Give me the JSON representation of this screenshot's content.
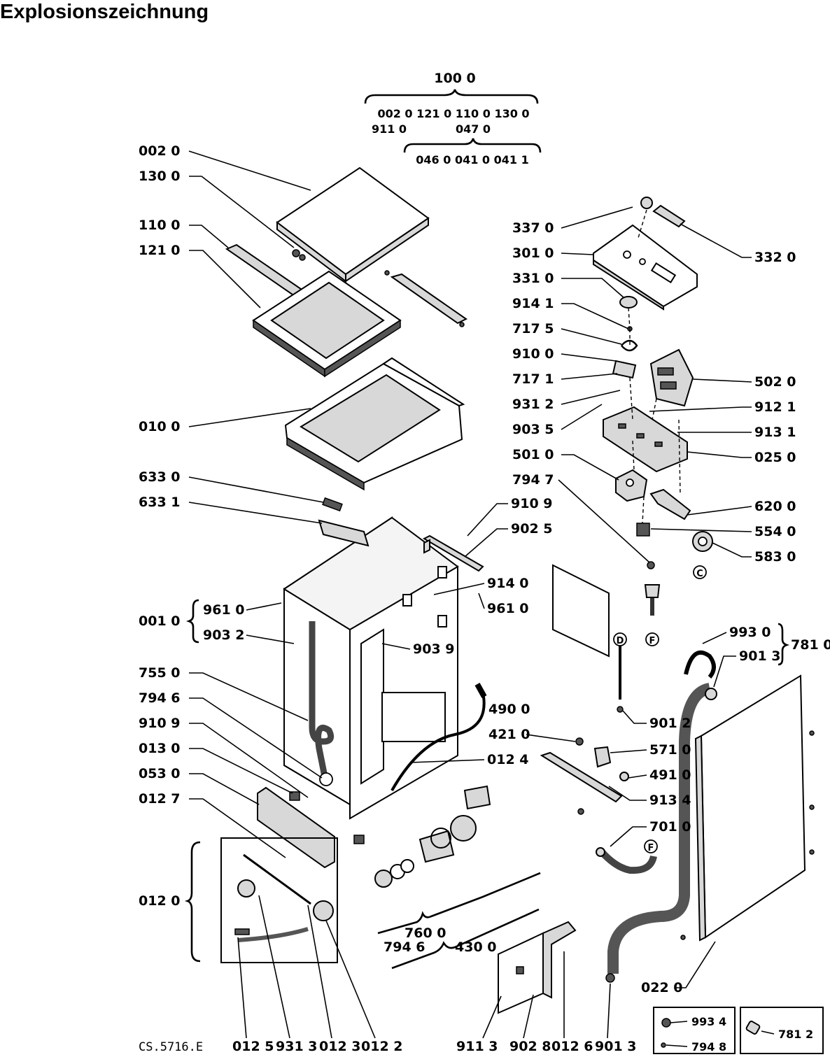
{
  "title": "Explosionszeichnung",
  "group_100": {
    "header": "100 0",
    "row1": "002 0  121 0  110 0  130 0",
    "row2a": "911 0",
    "row2b": "047 0",
    "row3": "046 0  041 0  041 1"
  },
  "left_labels": [
    "002 0",
    "130 0",
    "110 0",
    "121 0",
    "010 0",
    "633 0",
    "633 1",
    "001 0",
    "961 0",
    "903 2",
    "755 0",
    "794 6",
    "910 9",
    "013 0",
    "053 0",
    "012 7",
    "012 0"
  ],
  "right_labels": [
    "337 0",
    "301 0",
    "331 0",
    "914 1",
    "717 5",
    "910 0",
    "717 1",
    "931 2",
    "903 5",
    "501 0",
    "794 7",
    "332 0",
    "502 0",
    "912 1",
    "913 1",
    "025 0",
    "620 0",
    "554 0",
    "583 0"
  ],
  "center_labels": [
    "910 9",
    "902 5",
    "914 0",
    "961 0",
    "903 9",
    "490 0",
    "421 0",
    "012 4",
    "571 0",
    "491 0",
    "913 4",
    "901 2",
    "993 0",
    "901 3",
    "781 0",
    "701 0",
    "022 0",
    "760 0",
    "794 6",
    "430 0"
  ],
  "bottom_labels": [
    "012 5",
    "931 3",
    "012 3",
    "012 2",
    "911 3",
    "902 8",
    "012 6",
    "901 3"
  ],
  "drawing_code": "CS.5716.E",
  "legend": [
    {
      "code": "993 4"
    },
    {
      "code": "794 8"
    },
    {
      "code": "781 2"
    }
  ],
  "markers": [
    "C",
    "F",
    "D",
    "F"
  ]
}
